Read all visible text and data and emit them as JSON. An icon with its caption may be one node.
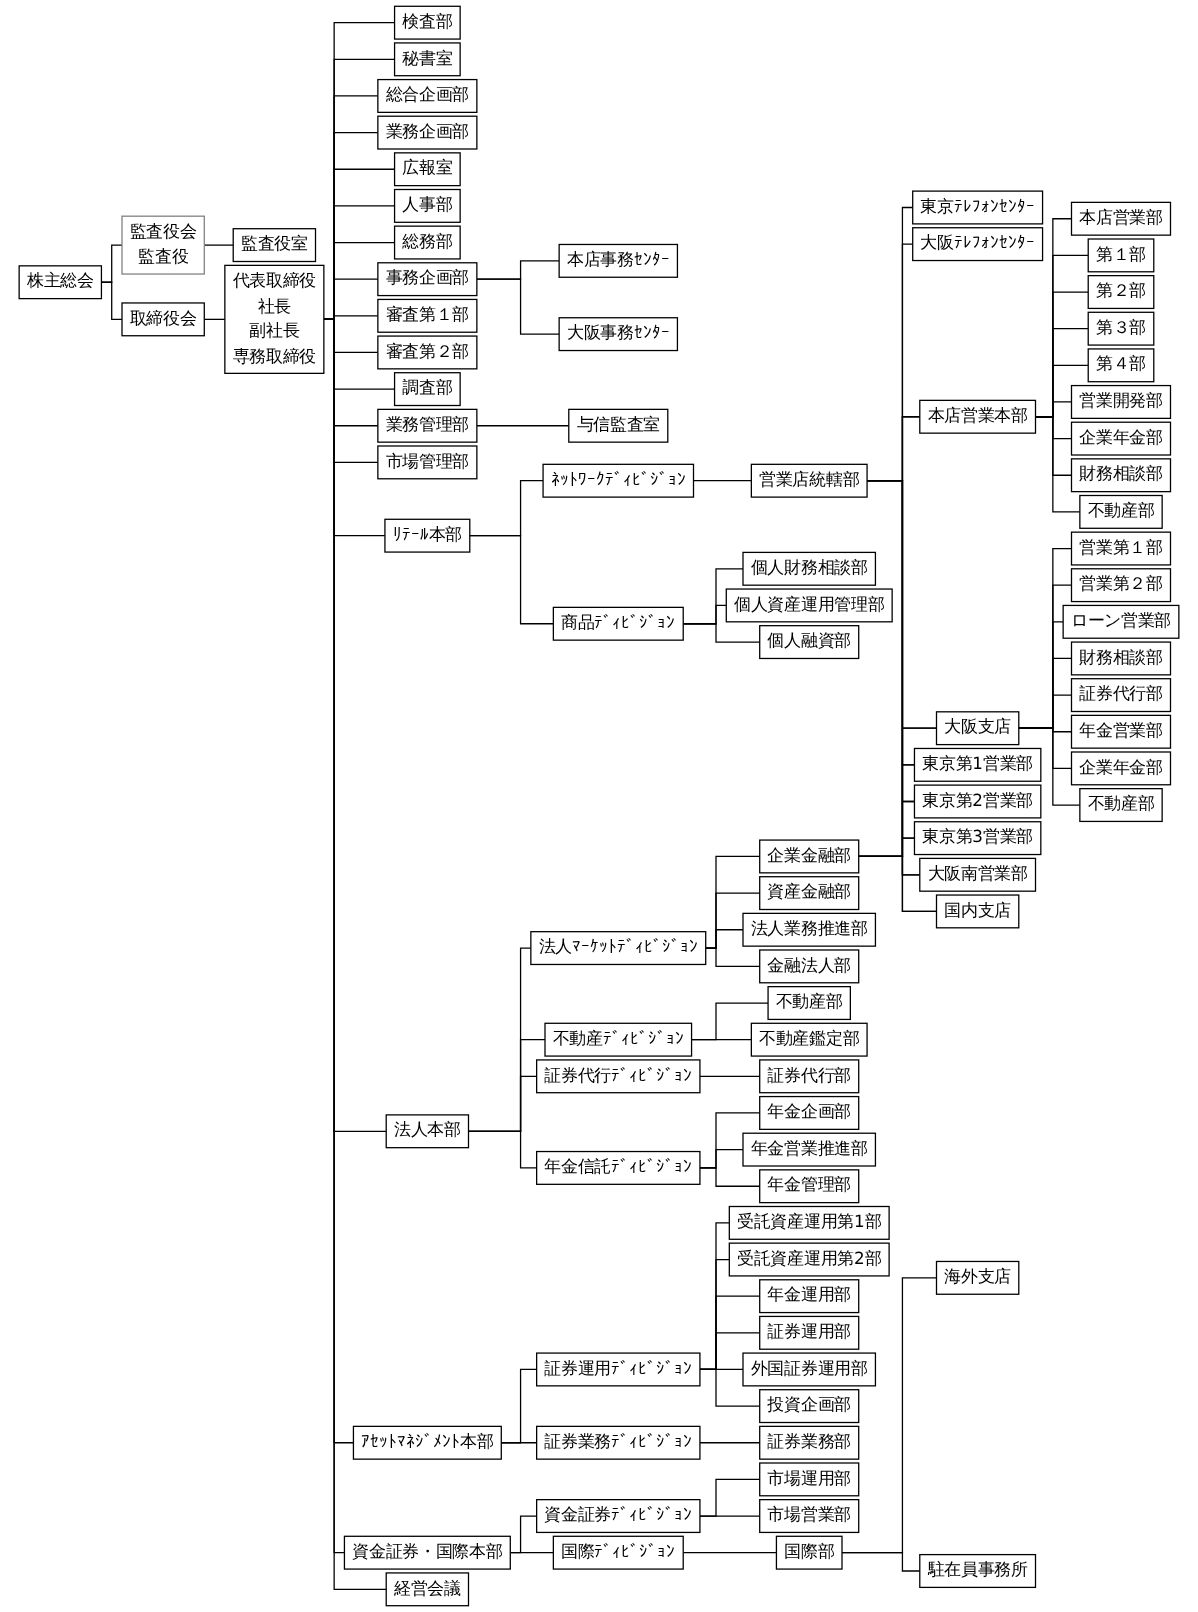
{
  "diagram": {
    "nodes": [
      {
        "text": [
          "株主総会"
        ]
      },
      {
        "text": [
          "監査役会",
          "監査役"
        ]
      },
      {
        "text": [
          "取締役会"
        ]
      },
      {
        "text": [
          "代表取締役",
          "社長",
          "副社長",
          "専務取締役"
        ]
      },
      {
        "text": [
          "経営会議"
        ]
      },
      {
        "text": [
          "監査役室"
        ]
      },
      {
        "text": [
          "検査部"
        ]
      },
      {
        "text": [
          "秘書室"
        ]
      },
      {
        "text": [
          "総合企画部"
        ]
      },
      {
        "text": [
          "業務企画部"
        ]
      },
      {
        "text": [
          "広報室"
        ]
      },
      {
        "text": [
          "人事部"
        ]
      },
      {
        "text": [
          "総務部"
        ]
      },
      {
        "text": [
          "事務企画部"
        ]
      },
      {
        "text": [
          "本店事務ｾﾝﾀｰ"
        ]
      },
      {
        "text": [
          "大阪事務ｾﾝﾀｰ"
        ]
      },
      {
        "text": [
          "審査第１部"
        ]
      },
      {
        "text": [
          "審査第２部"
        ]
      },
      {
        "text": [
          "調査部"
        ]
      },
      {
        "text": [
          "業務管理部"
        ]
      },
      {
        "text": [
          "与信監査室"
        ]
      },
      {
        "text": [
          "市場管理部"
        ]
      },
      {
        "text": [
          "ﾘﾃｰﾙ本部"
        ]
      },
      {
        "text": [
          "ﾈｯﾄﾜｰｸﾃﾞｨﾋﾞｼﾞｮﾝ"
        ]
      },
      {
        "text": [
          "営業店統轄部"
        ]
      },
      {
        "text": [
          "東京ﾃﾚﾌｫﾝｾﾝﾀｰ"
        ]
      },
      {
        "text": [
          "大阪ﾃﾚﾌｫﾝｾﾝﾀｰ"
        ]
      },
      {
        "text": [
          "商品ﾃﾞｨﾋﾞｼﾞｮﾝ"
        ]
      },
      {
        "text": [
          "個人財務相談部"
        ]
      },
      {
        "text": [
          "個人資産運用管理部"
        ]
      },
      {
        "text": [
          "個人融資部"
        ]
      },
      {
        "text": [
          "法人本部"
        ]
      },
      {
        "text": [
          "法人ﾏｰｹｯﾄﾃﾞｨﾋﾞｼﾞｮﾝ"
        ]
      },
      {
        "text": [
          "企業金融部"
        ]
      },
      {
        "text": [
          "資産金融部"
        ]
      },
      {
        "text": [
          "法人業務推進部"
        ]
      },
      {
        "text": [
          "金融法人部"
        ]
      },
      {
        "text": [
          "不動産ﾃﾞｨﾋﾞｼﾞｮﾝ"
        ]
      },
      {
        "text": [
          "不動産部"
        ]
      },
      {
        "text": [
          "不動産鑑定部"
        ]
      },
      {
        "text": [
          "証券代行ﾃﾞｨﾋﾞｼﾞｮﾝ"
        ]
      },
      {
        "text": [
          "証券代行部"
        ]
      },
      {
        "text": [
          "年金信託ﾃﾞｨﾋﾞｼﾞｮﾝ"
        ]
      },
      {
        "text": [
          "年金企画部"
        ]
      },
      {
        "text": [
          "年金営業推進部"
        ]
      },
      {
        "text": [
          "年金管理部"
        ]
      },
      {
        "text": [
          "ｱｾｯﾄﾏﾈｼﾞﾒﾝﾄ本部"
        ]
      },
      {
        "text": [
          "証券運用ﾃﾞｨﾋﾞｼﾞｮﾝ"
        ]
      },
      {
        "text": [
          "受託資産運用第1部"
        ]
      },
      {
        "text": [
          "受託資産運用第2部"
        ]
      },
      {
        "text": [
          "年金運用部"
        ]
      },
      {
        "text": [
          "証券運用部"
        ]
      },
      {
        "text": [
          "外国証券運用部"
        ]
      },
      {
        "text": [
          "投資企画部"
        ]
      },
      {
        "text": [
          "証券業務ﾃﾞｨﾋﾞｼﾞｮﾝ"
        ]
      },
      {
        "text": [
          "証券業務部"
        ]
      },
      {
        "text": [
          "資金証券・国際本部"
        ]
      },
      {
        "text": [
          "資金証券ﾃﾞｨﾋﾞｼﾞｮﾝ"
        ]
      },
      {
        "text": [
          "市場運用部"
        ]
      },
      {
        "text": [
          "市場営業部"
        ]
      },
      {
        "text": [
          "国際ﾃﾞｨﾋﾞｼﾞｮﾝ"
        ]
      },
      {
        "text": [
          "国際部"
        ]
      },
      {
        "text": [
          "海外支店"
        ]
      },
      {
        "text": [
          "駐在員事務所"
        ]
      },
      {
        "text": [
          "本店営業本部"
        ]
      },
      {
        "text": [
          "本店営業部"
        ]
      },
      {
        "text": [
          "第１部"
        ]
      },
      {
        "text": [
          "第２部"
        ]
      },
      {
        "text": [
          "第３部"
        ]
      },
      {
        "text": [
          "第４部"
        ]
      },
      {
        "text": [
          "営業開発部"
        ]
      },
      {
        "text": [
          "企業年金部"
        ]
      },
      {
        "text": [
          "財務相談部"
        ]
      },
      {
        "text": [
          "不動産部"
        ]
      },
      {
        "text": [
          "大阪支店"
        ]
      },
      {
        "text": [
          "営業第１部"
        ]
      },
      {
        "text": [
          "営業第２部"
        ]
      },
      {
        "text": [
          "ローン営業部"
        ]
      },
      {
        "text": [
          "財務相談部"
        ]
      },
      {
        "text": [
          "証券代行部"
        ]
      },
      {
        "text": [
          "年金営業部"
        ]
      },
      {
        "text": [
          "企業年金部"
        ]
      },
      {
        "text": [
          "不動産部"
        ]
      },
      {
        "text": [
          "東京第1営業部"
        ]
      },
      {
        "text": [
          "東京第2営業部"
        ]
      },
      {
        "text": [
          "東京第3営業部"
        ]
      },
      {
        "text": [
          "大阪南営業部"
        ]
      },
      {
        "text": [
          "国内支店"
        ]
      }
    ],
    "edges": [
      {
        "from": 0,
        "to": 1,
        "arrow": "none"
      },
      {
        "from": 0,
        "to": 2,
        "arrow": "none"
      },
      {
        "from": 1,
        "to": 5,
        "arrow": "none"
      },
      {
        "from": 2,
        "to": 3,
        "arrow": "none"
      },
      {
        "from": 3,
        "to": 6,
        "arrow": "none"
      },
      {
        "from": 3,
        "to": 7,
        "arrow": "none"
      },
      {
        "from": 3,
        "to": 8,
        "arrow": "none"
      },
      {
        "from": 3,
        "to": 9,
        "arrow": "none"
      },
      {
        "from": 3,
        "to": 10,
        "arrow": "none"
      },
      {
        "from": 3,
        "to": 11,
        "arrow": "none"
      },
      {
        "from": 3,
        "to": 12,
        "arrow": "none"
      },
      {
        "from": 3,
        "to": 13,
        "arrow": "none"
      },
      {
        "from": 13,
        "to": 14,
        "arrow": "none"
      },
      {
        "from": 13,
        "to": 15,
        "arrow": "none"
      },
      {
        "from": 3,
        "to": 16,
        "arrow": "none"
      },
      {
        "from": 3,
        "to": 17,
        "arrow": "none"
      },
      {
        "from": 3,
        "to": 18,
        "arrow": "none"
      },
      {
        "from": 3,
        "to": 19,
        "arrow": "none"
      },
      {
        "from": 19,
        "to": 20,
        "arrow": "none"
      },
      {
        "from": 3,
        "to": 21,
        "arrow": "none"
      },
      {
        "from": 3,
        "to": 22,
        "arrow": "none"
      },
      {
        "from": 22,
        "to": 23,
        "arrow": "none"
      },
      {
        "from": 23,
        "to": 24,
        "arrow": "none"
      },
      {
        "from": 24,
        "to": 25,
        "arrow": "none"
      },
      {
        "from": 24,
        "to": 26,
        "arrow": "none"
      },
      {
        "from": 22,
        "to": 27,
        "arrow": "none"
      },
      {
        "from": 27,
        "to": 28,
        "arrow": "none"
      },
      {
        "from": 27,
        "to": 29,
        "arrow": "none"
      },
      {
        "from": 27,
        "to": 30,
        "arrow": "none"
      },
      {
        "from": 3,
        "to": 31,
        "arrow": "none"
      },
      {
        "from": 31,
        "to": 32,
        "arrow": "none"
      },
      {
        "from": 32,
        "to": 33,
        "arrow": "none"
      },
      {
        "from": 32,
        "to": 34,
        "arrow": "none"
      },
      {
        "from": 32,
        "to": 35,
        "arrow": "none"
      },
      {
        "from": 32,
        "to": 36,
        "arrow": "none"
      },
      {
        "from": 31,
        "to": 37,
        "arrow": "none"
      },
      {
        "from": 37,
        "to": 38,
        "arrow": "none"
      },
      {
        "from": 37,
        "to": 39,
        "arrow": "none"
      },
      {
        "from": 31,
        "to": 40,
        "arrow": "none"
      },
      {
        "from": 40,
        "to": 41,
        "arrow": "none"
      },
      {
        "from": 31,
        "to": 42,
        "arrow": "none"
      },
      {
        "from": 42,
        "to": 43,
        "arrow": "none"
      },
      {
        "from": 42,
        "to": 44,
        "arrow": "none"
      },
      {
        "from": 42,
        "to": 45,
        "arrow": "none"
      },
      {
        "from": 3,
        "to": 46,
        "arrow": "none"
      },
      {
        "from": 46,
        "to": 47,
        "arrow": "none"
      },
      {
        "from": 47,
        "to": 48,
        "arrow": "none"
      },
      {
        "from": 47,
        "to": 49,
        "arrow": "none"
      },
      {
        "from": 47,
        "to": 50,
        "arrow": "none"
      },
      {
        "from": 47,
        "to": 51,
        "arrow": "none"
      },
      {
        "from": 47,
        "to": 52,
        "arrow": "none"
      },
      {
        "from": 47,
        "to": 53,
        "arrow": "none"
      },
      {
        "from": 46,
        "to": 54,
        "arrow": "none"
      },
      {
        "from": 54,
        "to": 55,
        "arrow": "none"
      },
      {
        "from": 3,
        "to": 56,
        "arrow": "none"
      },
      {
        "from": 56,
        "to": 57,
        "arrow": "none"
      },
      {
        "from": 57,
        "to": 58,
        "arrow": "none"
      },
      {
        "from": 57,
        "to": 59,
        "arrow": "none"
      },
      {
        "from": 56,
        "to": 60,
        "arrow": "none"
      },
      {
        "from": 60,
        "to": 61,
        "arrow": "none"
      },
      {
        "from": 61,
        "to": 62,
        "arrow": "none"
      },
      {
        "from": 61,
        "to": 63,
        "arrow": "none"
      },
      {
        "from": 3,
        "to": 4,
        "arrow": "none"
      },
      {
        "from": 24,
        "to": 64,
        "arrow": "none"
      },
      {
        "from": 33,
        "to": 64,
        "arrow": "none"
      },
      {
        "from": 64,
        "to": 65,
        "arrow": "none"
      },
      {
        "from": 64,
        "to": 66,
        "arrow": "none"
      },
      {
        "from": 64,
        "to": 67,
        "arrow": "none"
      },
      {
        "from": 64,
        "to": 68,
        "arrow": "none"
      },
      {
        "from": 64,
        "to": 69,
        "arrow": "none"
      },
      {
        "from": 64,
        "to": 70,
        "arrow": "none"
      },
      {
        "from": 64,
        "to": 71,
        "arrow": "none"
      },
      {
        "from": 64,
        "to": 72,
        "arrow": "none"
      },
      {
        "from": 64,
        "to": 73,
        "arrow": "none"
      },
      {
        "from": 24,
        "to": 74,
        "arrow": "none"
      },
      {
        "from": 33,
        "to": 74,
        "arrow": "none"
      },
      {
        "from": 74,
        "to": 75,
        "arrow": "none"
      },
      {
        "from": 74,
        "to": 76,
        "arrow": "none"
      },
      {
        "from": 74,
        "to": 77,
        "arrow": "none"
      },
      {
        "from": 74,
        "to": 78,
        "arrow": "none"
      },
      {
        "from": 74,
        "to": 79,
        "arrow": "none"
      },
      {
        "from": 74,
        "to": 80,
        "arrow": "none"
      },
      {
        "from": 74,
        "to": 81,
        "arrow": "none"
      },
      {
        "from": 74,
        "to": 82,
        "arrow": "none"
      },
      {
        "from": 24,
        "to": 83,
        "arrow": "none"
      },
      {
        "from": 33,
        "to": 83,
        "arrow": "none"
      },
      {
        "from": 24,
        "to": 84,
        "arrow": "none"
      },
      {
        "from": 33,
        "to": 84,
        "arrow": "none"
      },
      {
        "from": 24,
        "to": 85,
        "arrow": "none"
      },
      {
        "from": 33,
        "to": 85,
        "arrow": "none"
      },
      {
        "from": 24,
        "to": 86,
        "arrow": "none"
      },
      {
        "from": 33,
        "to": 86,
        "arrow": "none"
      },
      {
        "from": 24,
        "to": 87,
        "arrow": "none"
      },
      {
        "from": 33,
        "to": 87,
        "arrow": "none"
      }
    ]
  }
}
